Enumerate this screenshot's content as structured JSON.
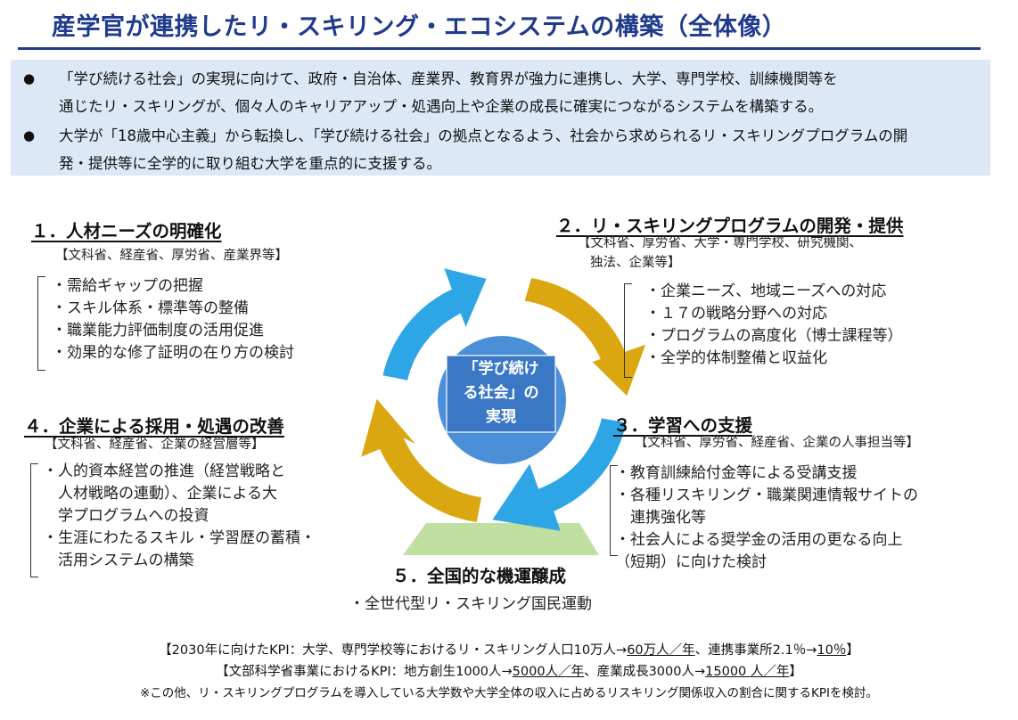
{
  "header": {
    "title": "産学官が連携したリ・スキリング・エコシステムの構築（全体像）"
  },
  "summary": [
    {
      "bullet": "●",
      "lines": [
        "「学び続ける社会」の実現に向けて、政府・自治体、産業界、教育界が強力に連携し、大学、専門学校、訓練機関等を",
        "通じたリ・スキリングが、個々人のキャリアアップ・処遇向上や企業の成長に確実につながるシステムを構築する。"
      ]
    },
    {
      "bullet": "●",
      "lines": [
        "大学が「18歳中心主義」から転換し、「学び続ける社会」の拠点となるよう、社会から求められるリ・スキリングプログラムの開",
        "発・提供等に全学的に取り組む大学を重点的に支援する。"
      ]
    }
  ],
  "center": {
    "lines": [
      "「学び続け",
      "る社会」の",
      "実現"
    ]
  },
  "colors": {
    "title_blue": "#1f3b8c",
    "summary_bg": "#dce8f5",
    "arrow_blue": "#2ea6e6",
    "arrow_gold": "#dba711",
    "center_circle": "#4a8fd8",
    "center_box": "#3a78c5",
    "base_green": "#bfe0a0"
  },
  "sections": {
    "s1": {
      "title": "１．人材ニーズの明確化",
      "ministry": [
        "【文科省、経産省、厚労省、産業界等】"
      ],
      "items": [
        "・需給ギャップの把握",
        "・スキル体系・標準等の整備",
        "・職業能力評価制度の活用促進",
        "・効果的な修了証明の在り方の検討"
      ]
    },
    "s2": {
      "title": "２．リ・スキリングプログラムの開発・提供",
      "ministry": [
        "【文科省、厚労省、大学・専門学校、研究機関、",
        "独法、企業等】"
      ],
      "items": [
        "・企業ニーズ、地域ニーズへの対応",
        "・１７の戦略分野への対応",
        "・プログラムの高度化（博士課程等）",
        "・全学的体制整備と収益化"
      ]
    },
    "s3": {
      "title": "３．学習への支援",
      "ministry": [
        "【文科省、厚労省、経産省、企業の人事担当等】"
      ],
      "items": [
        "・教育訓練給付金等による受講支援",
        "・各種リスキリング・職業関連情報サイトの",
        "　連携強化等",
        "・社会人による奨学金の活用の更なる向上",
        "（短期）に向けた検討"
      ]
    },
    "s4": {
      "title": "４．企業による採用・処遇の改善",
      "ministry": [
        "【文科省、経産省、企業の経営層等】"
      ],
      "items": [
        "・人的資本経営の推進（経営戦略と",
        "　人材戦略の連動）、企業による大",
        "　学プログラムへの投資",
        "・生涯にわたるスキル・学習歴の蓄積・",
        "　活用システムの構築"
      ]
    },
    "s5": {
      "title": "５．全国的な機運醸成",
      "items": [
        "・全世代型リ・スキリング国民運動"
      ]
    }
  },
  "kpi": {
    "line1": {
      "before": "【2030年に向けたKPI：大学、専門学校等におけるリ・スキリング人口10万人→",
      "u1": "60万人／年",
      "mid": "、連携事業所2.1％→",
      "u2": "10％",
      "after": "】"
    },
    "line2": {
      "before": "【文部科学省事業におけるKPI：地方創生1000人→",
      "u1": "5000人／年",
      "mid": "、産業成長3000人→",
      "u2": "15000 人／年",
      "after": "】"
    },
    "note": "※この他、リ・スキリングプログラムを導入している大学数や大学全体の収入に占めるリスキリング関係収入の割合に関するKPIを検討。"
  }
}
